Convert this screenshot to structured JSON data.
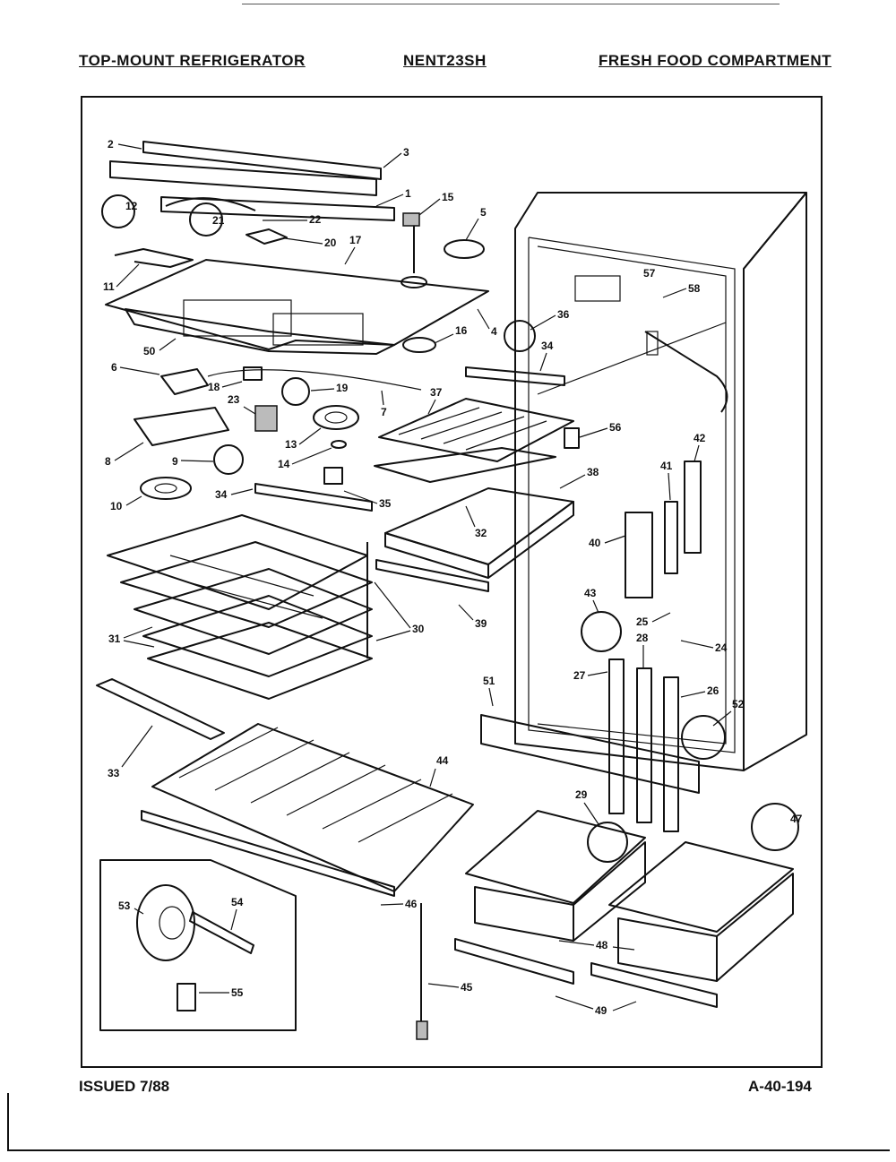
{
  "header": {
    "left": "TOP-MOUNT REFRIGERATOR",
    "model": "NENT23SH",
    "right": "FRESH FOOD COMPARTMENT"
  },
  "footer": {
    "issued": "ISSUED 7/88",
    "doc_number": "A-40-194"
  },
  "callouts": [
    "1",
    "2",
    "3",
    "4",
    "5",
    "6",
    "7",
    "8",
    "9",
    "10",
    "11",
    "12",
    "13",
    "14",
    "15",
    "16",
    "17",
    "18",
    "19",
    "20",
    "21",
    "22",
    "23",
    "24",
    "25",
    "26",
    "27",
    "28",
    "29",
    "30",
    "31",
    "32",
    "33",
    "34",
    "34",
    "35",
    "36",
    "37",
    "38",
    "39",
    "40",
    "41",
    "42",
    "43",
    "44",
    "45",
    "46",
    "47",
    "48",
    "49",
    "50",
    "51",
    "52",
    "53",
    "54",
    "55",
    "56",
    "57",
    "58"
  ]
}
